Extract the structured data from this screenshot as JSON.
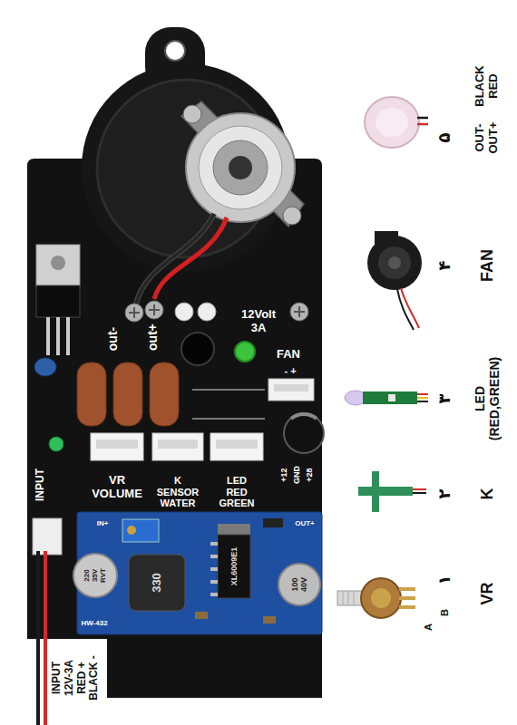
{
  "diagram": {
    "labels": [
      "BLACK RED",
      "OUT- OUT+",
      "۵",
      "out-",
      "out+",
      "12Volt 3A",
      "FAN",
      "- +",
      "FAN",
      "۴",
      "۳",
      "LED (RED,GREEN)",
      "VR VOLUME",
      "K SENSOR WATER",
      "LED RED GREEN",
      "+12",
      "GND",
      "+28",
      "INPUT",
      "۲",
      "K",
      "IN+",
      "OUT+",
      "220 35V RVT",
      "330",
      "XL6009E1",
      "100 40V",
      "HW-432",
      "۱",
      "VR",
      "B",
      "A",
      "INPUT 12V-3A RED + BLACK -"
    ]
  }
}
